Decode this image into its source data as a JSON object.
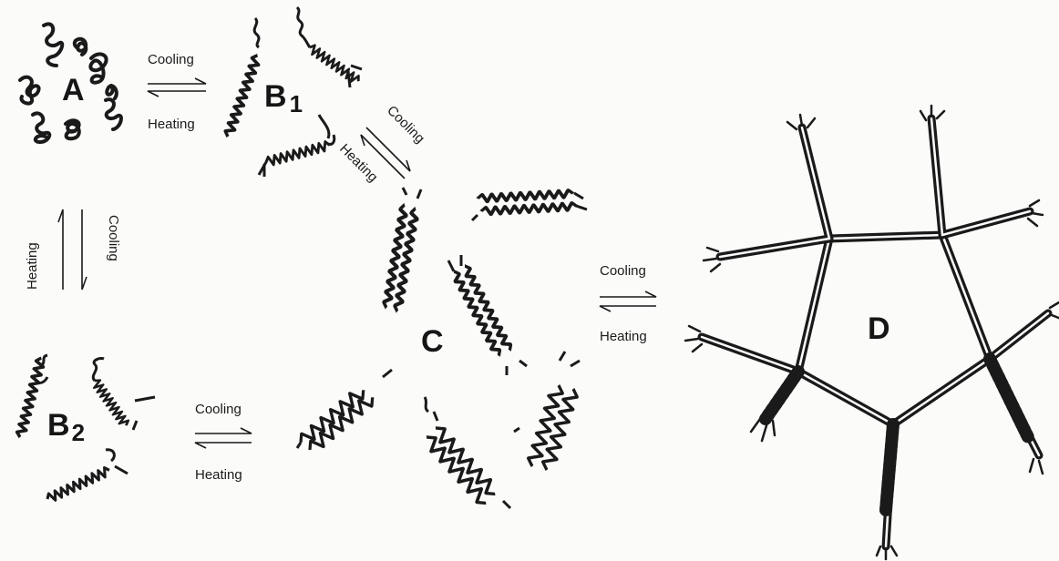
{
  "states": {
    "a": "A",
    "b1": "B",
    "b1_sub": "1",
    "b2": "B",
    "b2_sub": "2",
    "c": "C",
    "d": "D"
  },
  "transitions": {
    "a_b1": {
      "forward": "Cooling",
      "reverse": "Heating"
    },
    "b1_c": {
      "forward": "Cooling",
      "reverse": "Heating"
    },
    "a_b2": {
      "forward": "Cooling",
      "reverse": "Heating"
    },
    "b2_c": {
      "forward": "Cooling",
      "reverse": "Heating"
    },
    "c_d": {
      "forward": "Cooling",
      "reverse": "Heating"
    }
  },
  "colors": {
    "ink": "#1a1a1a",
    "background": "#fbfbfa"
  }
}
